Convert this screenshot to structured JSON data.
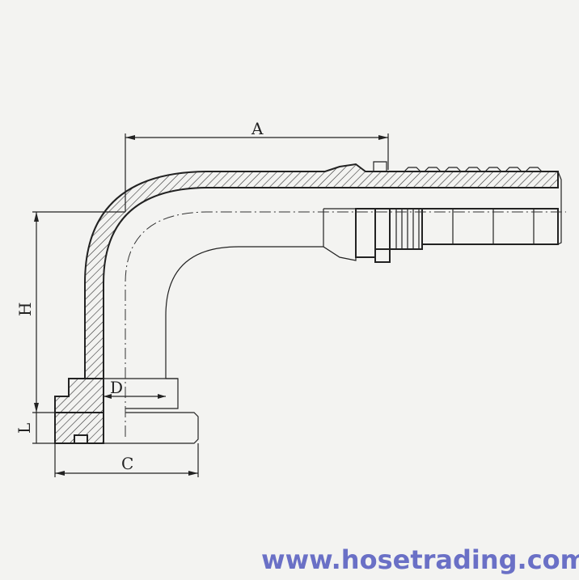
{
  "dimensions": {
    "a_label": "A",
    "h_label": "H",
    "d_label": "D",
    "l_label": "L",
    "c_label": "C"
  },
  "watermark": "www.hosetrading.com"
}
